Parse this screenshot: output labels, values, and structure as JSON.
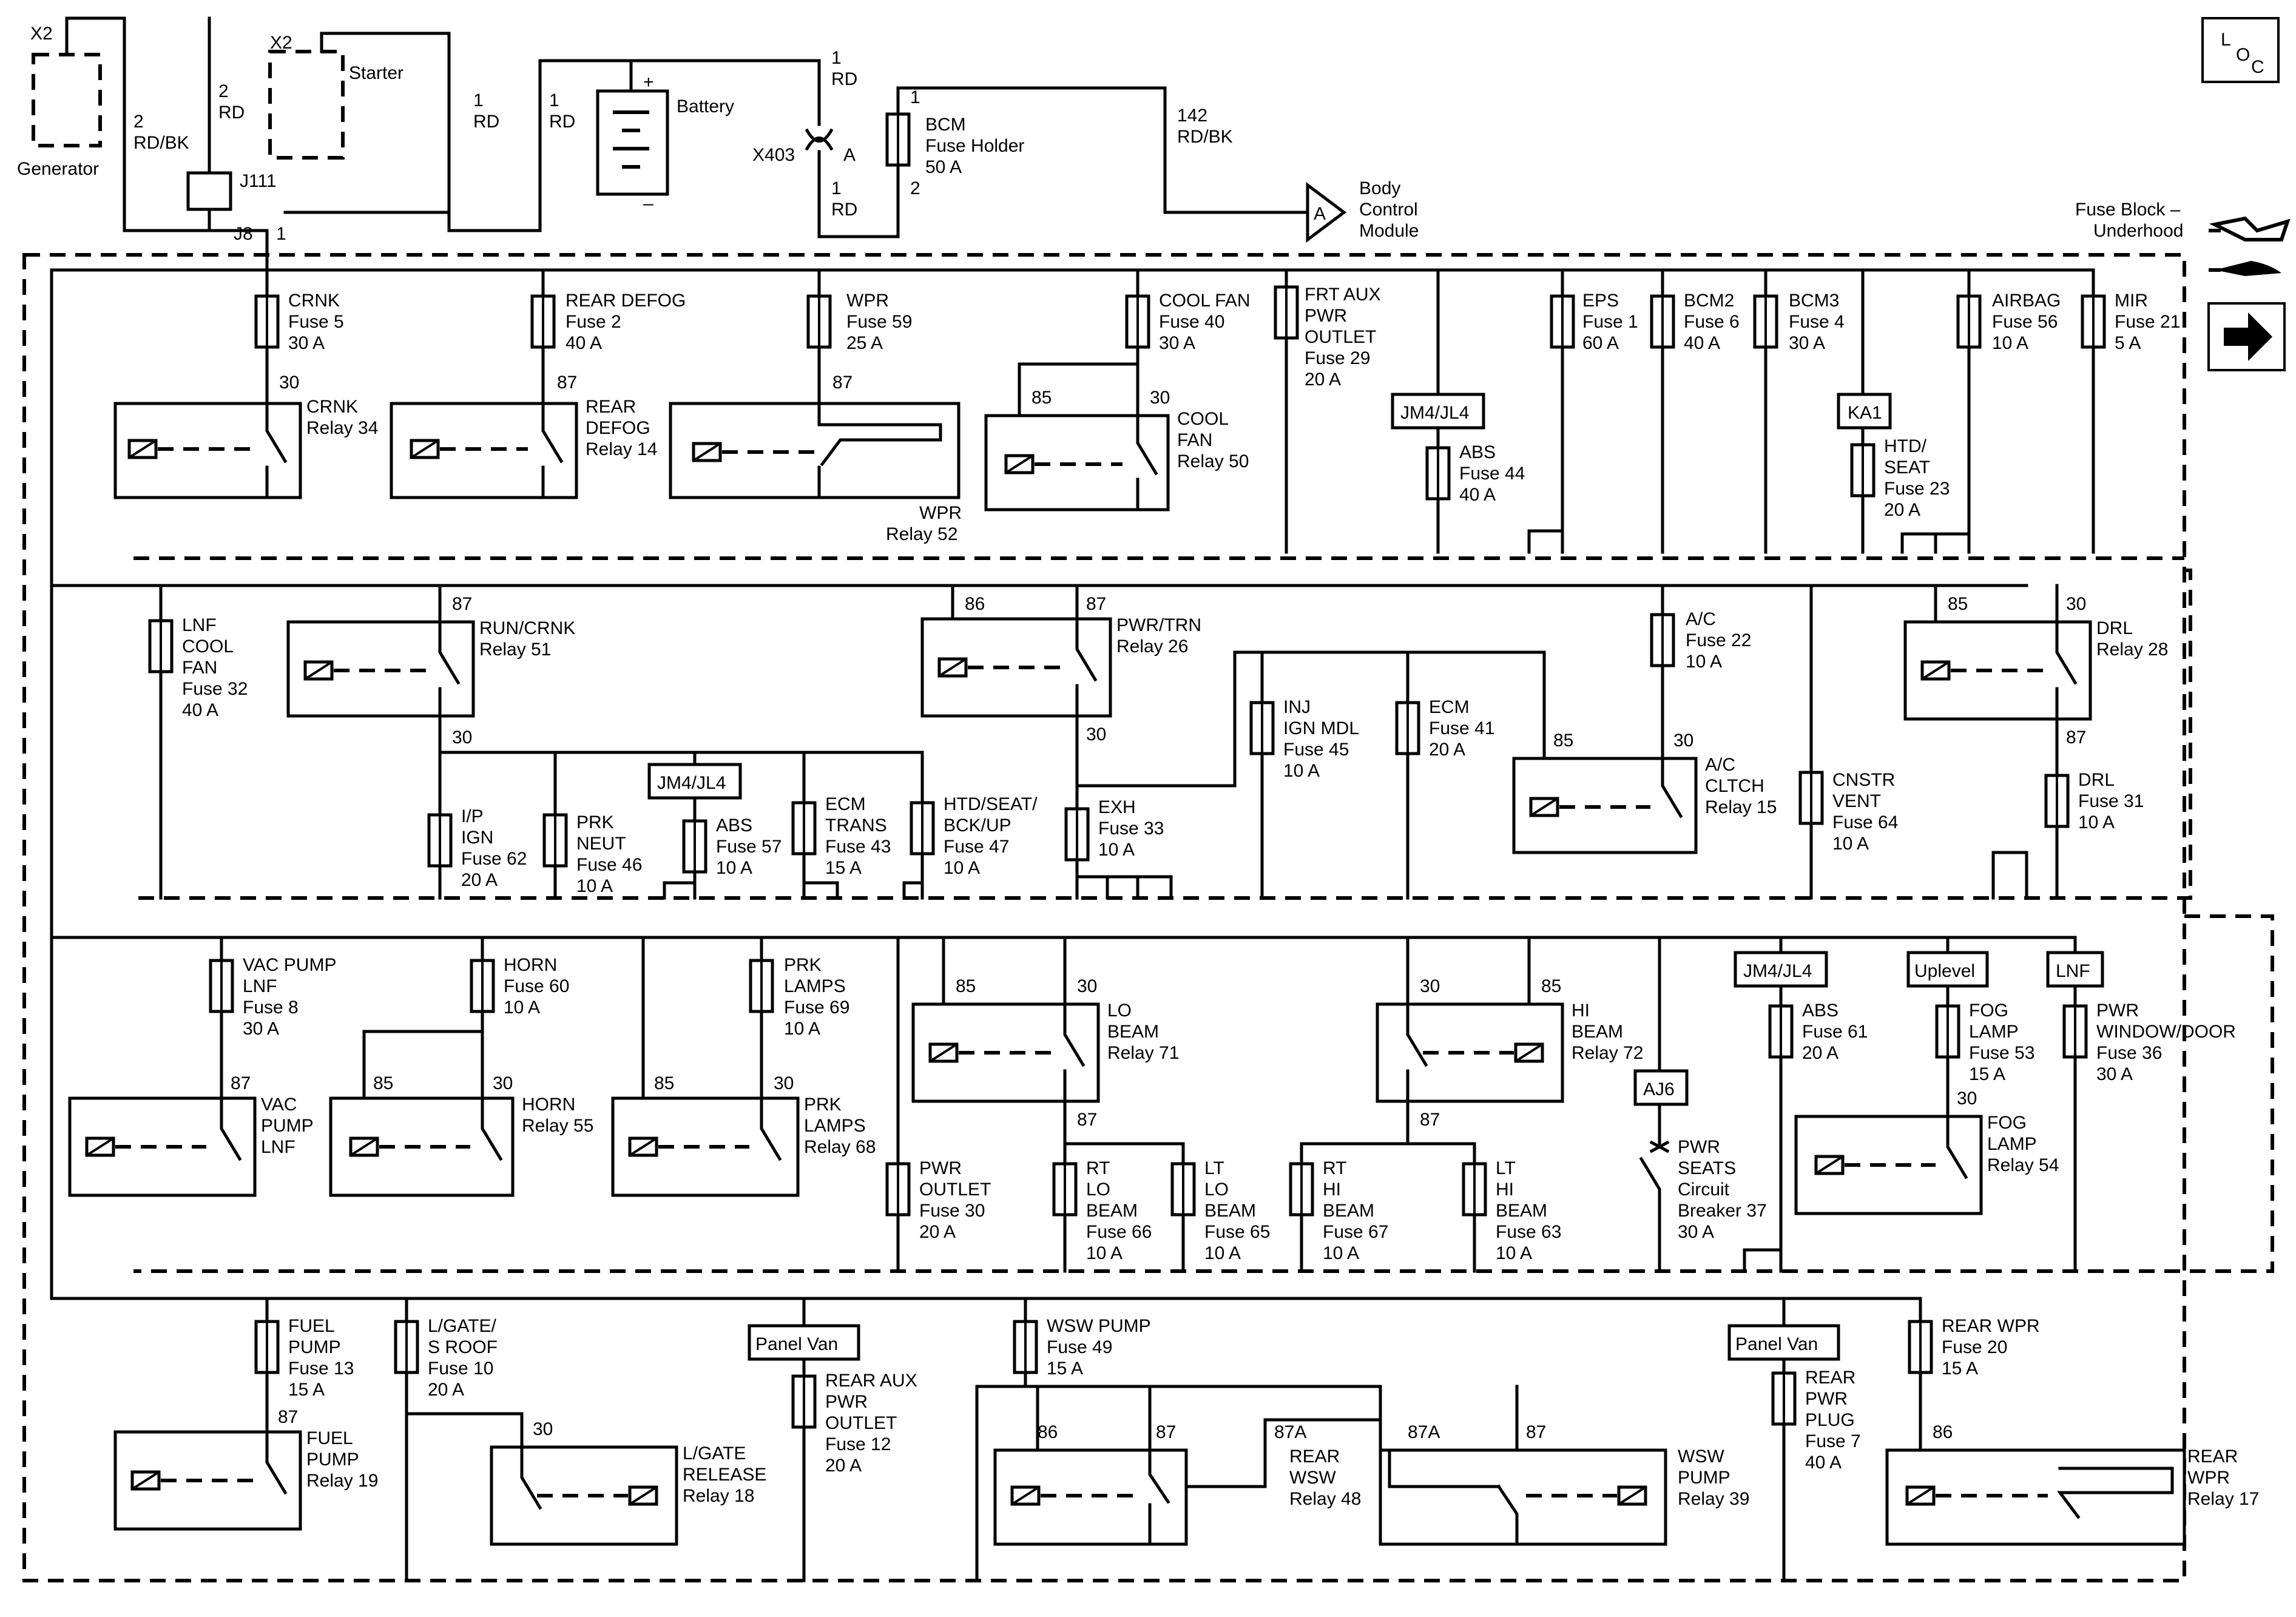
{
  "loc_label": [
    "L",
    "O",
    "C"
  ],
  "header": {
    "fuse_block": [
      "Fuse Block –",
      "Underhood"
    ]
  },
  "top": {
    "x2_gen": "X2",
    "generator": "Generator",
    "gen_wire": [
      "2",
      "RD/BK"
    ],
    "x2_start": "X2",
    "starter": "Starter",
    "start_wire": [
      "2",
      "RD"
    ],
    "j111": "J111",
    "j8": "J8",
    "j8_pin": "1",
    "rd1_a": [
      "1",
      "RD"
    ],
    "rd1_b": [
      "1",
      "RD"
    ],
    "battery": "Battery",
    "batt_plus": "+",
    "batt_minus": "–",
    "x403": "X403",
    "x403_a": "A",
    "rd1_c": [
      "1",
      "RD"
    ],
    "rd1_d": [
      "1",
      "RD"
    ],
    "bcm_holder": [
      "BCM",
      "Fuse Holder",
      "50 A"
    ],
    "bcm_pin1": "1",
    "bcm_pin2": "2",
    "bcm_wire": [
      "142",
      "RD/BK"
    ],
    "conn_a": "A",
    "body_module": [
      "Body",
      "Control",
      "Module"
    ]
  },
  "row1": {
    "fuses": [
      {
        "label": [
          "CRNK",
          "Fuse 5",
          "30 A"
        ]
      },
      {
        "label": [
          "REAR DEFOG",
          "Fuse 2",
          "40 A"
        ]
      },
      {
        "label": [
          "WPR",
          "Fuse 59",
          "25 A"
        ]
      },
      {
        "label": [
          "COOL FAN",
          "Fuse 40",
          "30 A"
        ]
      },
      {
        "label": [
          "FRT AUX",
          "PWR",
          "OUTLET",
          "Fuse 29",
          "20 A"
        ]
      },
      {
        "label": [
          "ABS",
          "Fuse 44",
          "40 A"
        ]
      },
      {
        "label": [
          "EPS",
          "Fuse 1",
          "60 A"
        ]
      },
      {
        "label": [
          "BCM2",
          "Fuse 6",
          "40 A"
        ]
      },
      {
        "label": [
          "BCM3",
          "Fuse 4",
          "30 A"
        ]
      },
      {
        "label": [
          "HTD/",
          "SEAT",
          "Fuse 23",
          "20 A"
        ]
      },
      {
        "label": [
          "AIRBAG",
          "Fuse 56",
          "10 A"
        ]
      },
      {
        "label": [
          "MIR",
          "Fuse 21",
          "5 A"
        ]
      }
    ],
    "relays": [
      {
        "label": [
          "CRNK",
          "Relay 34"
        ],
        "pin": "30"
      },
      {
        "label": [
          "REAR",
          "DEFOG",
          "Relay 14"
        ],
        "pin": "87"
      },
      {
        "label": [
          "WPR",
          "Relay 52"
        ],
        "pin": "87"
      },
      {
        "label": [
          "COOL",
          "FAN",
          "Relay 50"
        ],
        "pin85": "85",
        "pin30": "30"
      }
    ],
    "tags": [
      "JM4/JL4",
      "KA1"
    ]
  },
  "row2": {
    "lnf_fuse": [
      "LNF",
      "COOL",
      "FAN",
      "Fuse 32",
      "40 A"
    ],
    "run_relay": [
      "RUN/CRNK",
      "Relay 51"
    ],
    "run_pin87": "87",
    "run_pin30": "30",
    "fuses": [
      {
        "label": [
          "I/P",
          "IGN",
          "Fuse 62",
          "20 A"
        ]
      },
      {
        "label": [
          "PRK",
          "NEUT",
          "Fuse 46",
          "10 A"
        ]
      },
      {
        "label": [
          "ABS",
          "Fuse 57",
          "10 A"
        ]
      },
      {
        "label": [
          "ECM",
          "TRANS",
          "Fuse 43",
          "15 A"
        ]
      },
      {
        "label": [
          "HTD/SEAT/",
          "BCK/UP",
          "Fuse 47",
          "10 A"
        ]
      },
      {
        "label": [
          "EXH",
          "Fuse 33",
          "10 A"
        ]
      },
      {
        "label": [
          "INJ",
          "IGN MDL",
          "Fuse 45",
          "10 A"
        ]
      },
      {
        "label": [
          "ECM",
          "Fuse 41",
          "20 A"
        ]
      },
      {
        "label": [
          "A/C",
          "Fuse 22",
          "10 A"
        ]
      },
      {
        "label": [
          "CNSTR",
          "VENT",
          "Fuse 64",
          "10 A"
        ]
      },
      {
        "label": [
          "DRL",
          "Fuse 31",
          "10 A"
        ]
      }
    ],
    "tag": "JM4/JL4",
    "pwr_relay": [
      "PWR/TRN",
      "Relay 26"
    ],
    "pwr_pin86": "86",
    "pwr_pin87": "87",
    "pwr_pin30": "30",
    "ac_relay": [
      "A/C",
      "CLTCH",
      "Relay 15"
    ],
    "ac_pin85": "85",
    "ac_pin30": "30",
    "drl_relay": [
      "DRL",
      "Relay 28"
    ],
    "drl_pin85": "85",
    "drl_pin30": "30",
    "drl_pin87": "87"
  },
  "row3": {
    "fuses": [
      {
        "label": [
          "VAC PUMP",
          "LNF",
          "Fuse 8",
          "30 A"
        ]
      },
      {
        "label": [
          "HORN",
          "Fuse 60",
          "10 A"
        ]
      },
      {
        "label": [
          "PRK",
          "LAMPS",
          "Fuse 69",
          "10 A"
        ]
      },
      {
        "label": [
          "PWR",
          "OUTLET",
          "Fuse 30",
          "20 A"
        ]
      },
      {
        "label": [
          "RT",
          "LO",
          "BEAM",
          "Fuse 66",
          "10 A"
        ]
      },
      {
        "label": [
          "LT",
          "LO",
          "BEAM",
          "Fuse 65",
          "10 A"
        ]
      },
      {
        "label": [
          "RT",
          "HI",
          "BEAM",
          "Fuse 67",
          "10 A"
        ]
      },
      {
        "label": [
          "LT",
          "HI",
          "BEAM",
          "Fuse 63",
          "10 A"
        ]
      },
      {
        "label": [
          "ABS",
          "Fuse 61",
          "20 A"
        ]
      },
      {
        "label": [
          "FOG",
          "LAMP",
          "Fuse 53",
          "15 A"
        ]
      },
      {
        "label": [
          "PWR",
          "WINDOW/DOOR",
          "Fuse 36",
          "30 A"
        ]
      }
    ],
    "relays": [
      {
        "label": [
          "VAC",
          "PUMP",
          "LNF"
        ],
        "pin": "87"
      },
      {
        "label": [
          "HORN",
          "Relay 55"
        ],
        "pin85": "85",
        "pin30": "30"
      },
      {
        "label": [
          "PRK",
          "LAMPS",
          "Relay 68"
        ],
        "pin85": "85",
        "pin30": "30"
      },
      {
        "label": [
          "LO",
          "BEAM",
          "Relay 71"
        ],
        "pin85": "85",
        "pin30": "30",
        "pin87": "87"
      },
      {
        "label": [
          "HI",
          "BEAM",
          "Relay 72"
        ],
        "pin30": "30",
        "pin85": "85",
        "pin87": "87"
      },
      {
        "label": [
          "FOG",
          "LAMP",
          "Relay 54"
        ],
        "pin": "30"
      }
    ],
    "tags": [
      "AJ6",
      "JM4/JL4",
      "Uplevel",
      "LNF"
    ],
    "breaker": [
      "PWR",
      "SEATS",
      "Circuit",
      "Breaker 37",
      "30 A"
    ]
  },
  "row4": {
    "fuses": [
      {
        "label": [
          "FUEL",
          "PUMP",
          "Fuse 13",
          "15 A"
        ]
      },
      {
        "label": [
          "L/GATE/",
          "S ROOF",
          "Fuse 10",
          "20 A"
        ]
      },
      {
        "label": [
          "REAR AUX",
          "PWR",
          "OUTLET",
          "Fuse 12",
          "20 A"
        ]
      },
      {
        "label": [
          "WSW PUMP",
          "Fuse 49",
          "15 A"
        ]
      },
      {
        "label": [
          "REAR",
          "PWR",
          "PLUG",
          "Fuse 7",
          "40 A"
        ]
      },
      {
        "label": [
          "REAR WPR",
          "Fuse 20",
          "15 A"
        ]
      }
    ],
    "relays": [
      {
        "label": [
          "FUEL",
          "PUMP",
          "Relay 19"
        ],
        "pin": "87"
      },
      {
        "label": [
          "L/GATE",
          "RELEASE",
          "Relay 18"
        ],
        "pin": "30"
      },
      {
        "label": [
          "REAR",
          "WSW",
          "Relay 48"
        ],
        "pin86": "86",
        "pin87": "87",
        "pin87a": "87A"
      },
      {
        "label": [
          "WSW",
          "PUMP",
          "Relay 39"
        ],
        "pin87a": "87A",
        "pin87": "87"
      },
      {
        "label": [
          "REAR",
          "WPR",
          "Relay 17"
        ],
        "pin": "86"
      }
    ],
    "tags": [
      "Panel Van",
      "Panel Van"
    ]
  }
}
